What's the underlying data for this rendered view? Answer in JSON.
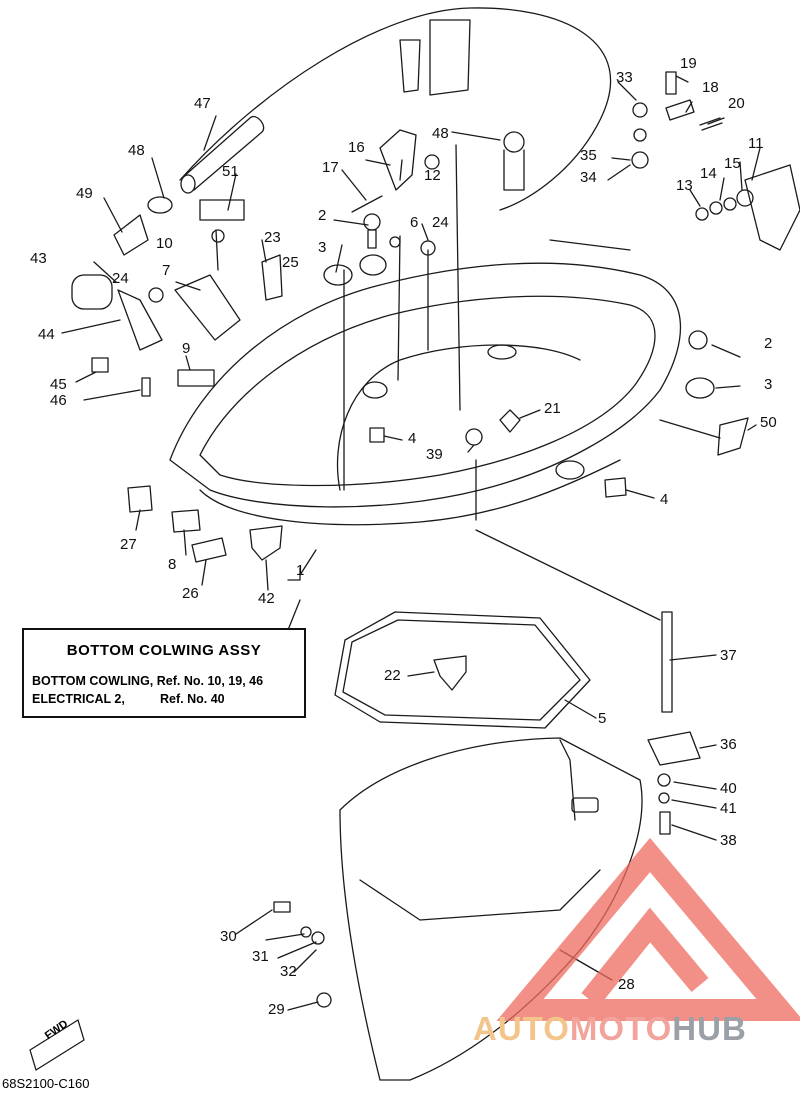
{
  "assembly_box": {
    "title": "BOTTOM COLWING ASSY",
    "line1": "BOTTOM COWLING,  Ref. No. 10, 19, 46",
    "line2_name": "ELECTRICAL 2,",
    "line2_ref": "Ref. No. 40"
  },
  "diagram_code": "68S2100-C160",
  "fwd_label": "FWD",
  "watermark": {
    "part1": "AUTO",
    "part2": "MOTO",
    "part3": "HUB"
  },
  "callouts": {
    "c1": "1",
    "c2a": "2",
    "c2b": "2",
    "c3a": "3",
    "c3b": "3",
    "c4a": "4",
    "c4b": "4",
    "c5": "5",
    "c6": "6",
    "c7": "7",
    "c8": "8",
    "c9": "9",
    "c10": "10",
    "c11": "11",
    "c12": "12",
    "c13": "13",
    "c14": "14",
    "c15": "15",
    "c16": "16",
    "c17": "17",
    "c18": "18",
    "c19": "19",
    "c20": "20",
    "c21": "21",
    "c22": "22",
    "c23": "23",
    "c24a": "24",
    "c24b": "24",
    "c25": "25",
    "c26": "26",
    "c27": "27",
    "c28": "28",
    "c29": "29",
    "c30": "30",
    "c31": "31",
    "c32": "32",
    "c33": "33",
    "c34": "34",
    "c35": "35",
    "c36": "36",
    "c37": "37",
    "c38": "38",
    "c39": "39",
    "c40": "40",
    "c41": "41",
    "c42": "42",
    "c43": "43",
    "c44": "44",
    "c45": "45",
    "c46": "46",
    "c47": "47",
    "c48a": "48",
    "c48b": "48",
    "c49": "49",
    "c50": "50",
    "c51": "51"
  },
  "colors": {
    "line": "#1a1a1a",
    "watermark_red": "#ee6a5e",
    "watermark_orange": "#f4c58b",
    "watermark_gray": "#9aa0a6"
  }
}
